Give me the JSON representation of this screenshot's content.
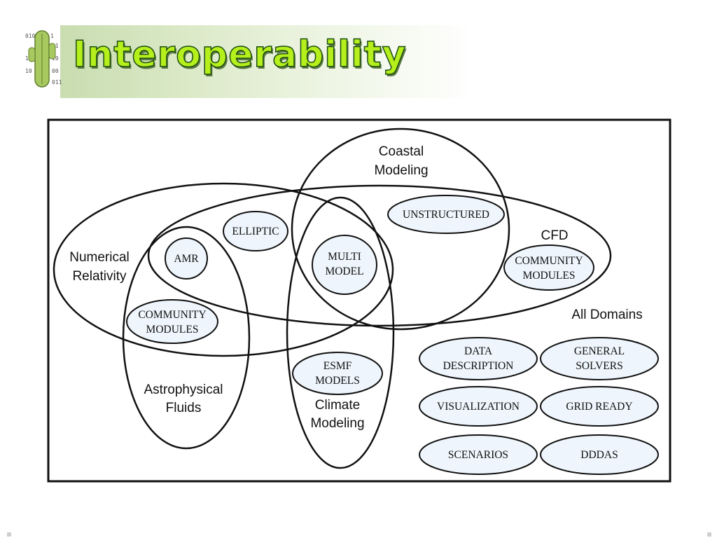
{
  "slide": {
    "title": "Interoperability"
  },
  "logo": {
    "icon": "cactus-binary-icon"
  },
  "domains": {
    "coastal": [
      "Coastal",
      "Modeling"
    ],
    "numerical": [
      "Numerical",
      "Relativity"
    ],
    "cfd": "CFD",
    "all": "All Domains",
    "astro": [
      "Astrophysical",
      "Fluids"
    ],
    "climate": [
      "Climate",
      "Modeling"
    ]
  },
  "modules": {
    "unstructured": "UNSTRUCTURED",
    "elliptic": "ELLIPTIC",
    "amr": "AMR",
    "multi_model": [
      "MULTI",
      "MODEL"
    ],
    "community_cfd": [
      "COMMUNITY",
      "MODULES"
    ],
    "community_astro": [
      "COMMUNITY",
      "MODULES"
    ],
    "esmf": [
      "ESMF",
      "MODELS"
    ],
    "data_description": [
      "DATA",
      "DESCRIPTION"
    ],
    "general_solvers": [
      "GENERAL",
      "SOLVERS"
    ],
    "visualization": "VISUALIZATION",
    "grid_ready": "GRID READY",
    "scenarios": "SCENARIOS",
    "dddas": "DDDAS"
  },
  "colors": {
    "module_fill": "#eef5fc",
    "title_fill": "#b5ef1c",
    "title_outline": "#1c4d10"
  }
}
